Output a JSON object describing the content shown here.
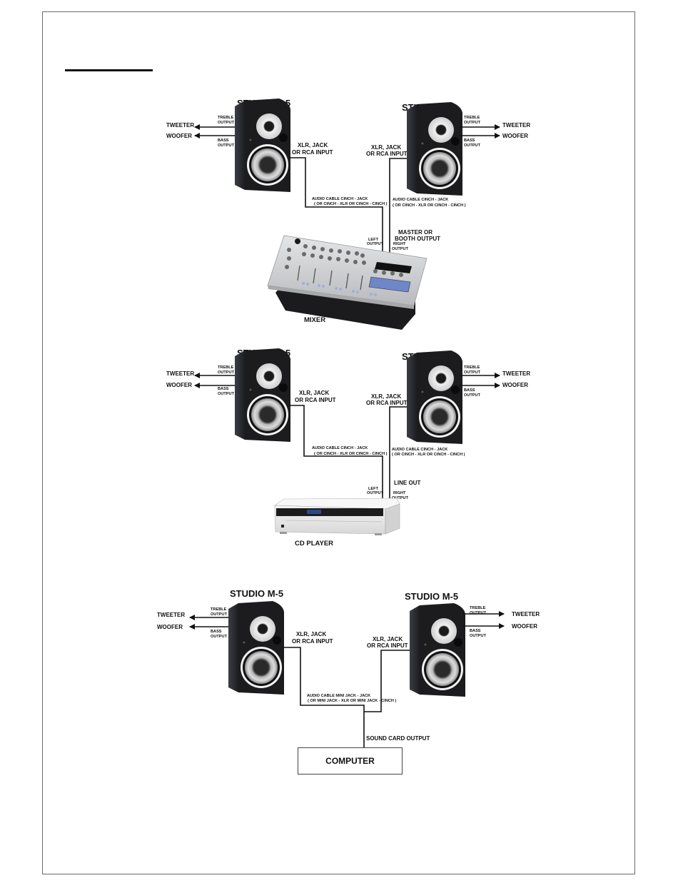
{
  "page": {
    "colors": {
      "ink": "#111111",
      "frame": "#6a6a6a",
      "speaker_body": "#1c1c1e",
      "speaker_cone_ring": "#e6e6e6",
      "mixer_panel": "#c9cacc",
      "mixer_lcd": "#6f86c9",
      "cd_body": "#ececec"
    }
  },
  "sections": [
    {
      "id": "mixer",
      "left_speaker": {
        "title": "STUDIO M-5",
        "treble": [
          "TREBLE",
          "OUTPUT"
        ],
        "bass": [
          "BASS",
          "OUTPUT"
        ],
        "tweeter": "TWEETER",
        "woofer": "WOOFER",
        "input": [
          "XLR, JACK",
          "OR RCA INPUT"
        ]
      },
      "right_speaker": {
        "title": "STUDIO M-5",
        "treble": [
          "TREBLE",
          "OUTPUT"
        ],
        "bass": [
          "BASS",
          "OUTPUT"
        ],
        "tweeter": "TWEETER",
        "woofer": "WOOFER",
        "input": [
          "XLR, JACK",
          "OR RCA INPUT"
        ]
      },
      "cable_left": [
        "AUDIO CABLE CINCH - JACK",
        "( OR CINCH - XLR OR CINCH - CINCH )"
      ],
      "cable_right": [
        "AUDIO CABLE CINCH - JACK",
        "( OR CINCH - XLR OR CINCH - CINCH )"
      ],
      "left_output": [
        "LEFT",
        "OUTPUT"
      ],
      "right_output": [
        "RIGHT",
        "OUTPUT"
      ],
      "source_output": [
        "MASTER OR",
        "BOOTH OUTPUT"
      ],
      "device": "MIXER"
    },
    {
      "id": "cd",
      "left_speaker": {
        "title": "STUDIO M-5",
        "treble": [
          "TREBLE",
          "OUTPUT"
        ],
        "bass": [
          "BASS",
          "OUTPUT"
        ],
        "tweeter": "TWEETER",
        "woofer": "WOOFER",
        "input": [
          "XLR, JACK",
          "OR RCA INPUT"
        ]
      },
      "right_speaker": {
        "title": "STUDIO M-5",
        "treble": [
          "TREBLE",
          "OUTPUT"
        ],
        "bass": [
          "BASS",
          "OUTPUT"
        ],
        "tweeter": "TWEETER",
        "woofer": "WOOFER",
        "input": [
          "XLR, JACK",
          "OR RCA INPUT"
        ]
      },
      "cable_left": [
        "AUDIO CABLE CINCH - JACK",
        "( OR CINCH - XLR OR CINCH - CINCH )"
      ],
      "cable_right": [
        "AUDIO CABLE CINCH - JACK",
        "( OR CINCH - XLR OR CINCH - CINCH )"
      ],
      "left_output": [
        "LEFT",
        "OUTPUT"
      ],
      "right_output": [
        "RIGHT",
        "OUTPUT"
      ],
      "source_output": [
        "LINE OUT"
      ],
      "device": "CD PLAYER"
    },
    {
      "id": "computer",
      "left_speaker": {
        "title": "STUDIO M-5",
        "treble": [
          "TREBLE",
          "OUTPUT"
        ],
        "bass": [
          "BASS",
          "OUTPUT"
        ],
        "tweeter": "TWEETER",
        "woofer": "WOOFER",
        "input": [
          "XLR, JACK",
          "OR RCA INPUT"
        ]
      },
      "right_speaker": {
        "title": "STUDIO M-5",
        "treble": [
          "TREBLE",
          "OUTPUT"
        ],
        "bass": [
          "BASS",
          "OUTPUT"
        ],
        "tweeter": "TWEETER",
        "woofer": "WOOFER",
        "input": [
          "XLR, JACK",
          "OR RCA INPUT"
        ]
      },
      "cable": [
        "AUDIO CABLE MINI JACK - JACK",
        "( OR MINI JACK - XLR OR MINI JACK - CINCH )"
      ],
      "source_output": [
        "SOUND CARD OUTPUT"
      ],
      "device": "COMPUTER"
    }
  ]
}
